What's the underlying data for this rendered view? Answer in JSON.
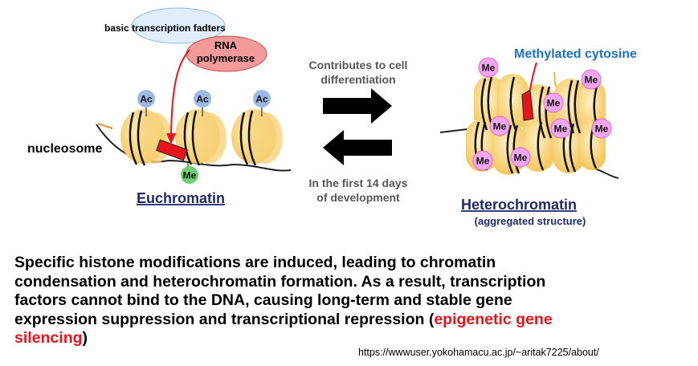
{
  "labels": {
    "basic_tf": "basic transcription fadters",
    "rna_pol_line1": "RNA",
    "rna_pol_line2": "polymerase",
    "nucleosome": "nucleosome",
    "euchromatin": "Euchromatin",
    "heterochromatin": "Heterochromatin",
    "heterochromatin_sub": "(aggregated structure)",
    "methylated_cytosine": "Methylated cytosine",
    "ac": "Ac",
    "me": "Me"
  },
  "arrows": {
    "forward_line1": "Contributes to cell",
    "forward_line2": "differentiation",
    "reverse_line1": "In the first 14 days",
    "reverse_line2": "of development"
  },
  "caption": {
    "text_main": "Specific histone modifications are induced, leading to chromatin condensation and heterochromatin formation. As a result, transcription factors cannot bind to the DNA, causing long-term and stable gene expression suppression and transcriptional repression (",
    "text_highlight": "epigenetic gene silencing",
    "text_end": ")"
  },
  "source_url": "https://wwwuser.yokohamacu.ac.jp/~aritak7225/about/",
  "colors": {
    "nucleosome_fill": "#f9d98a",
    "acetyl_fill": "#9db8e3",
    "methyl_fill": "#f4a6f0",
    "methyl_dna_fill": "#6fd16f",
    "rna_pol_fill": "#f39a9a",
    "tf_fill": "#dfeefa",
    "highlight_red": "#e8141c",
    "methyl_cytosine_label": "#1a72c9",
    "heading_navy": "#1f2a6b",
    "arrow_text": "#555555"
  }
}
